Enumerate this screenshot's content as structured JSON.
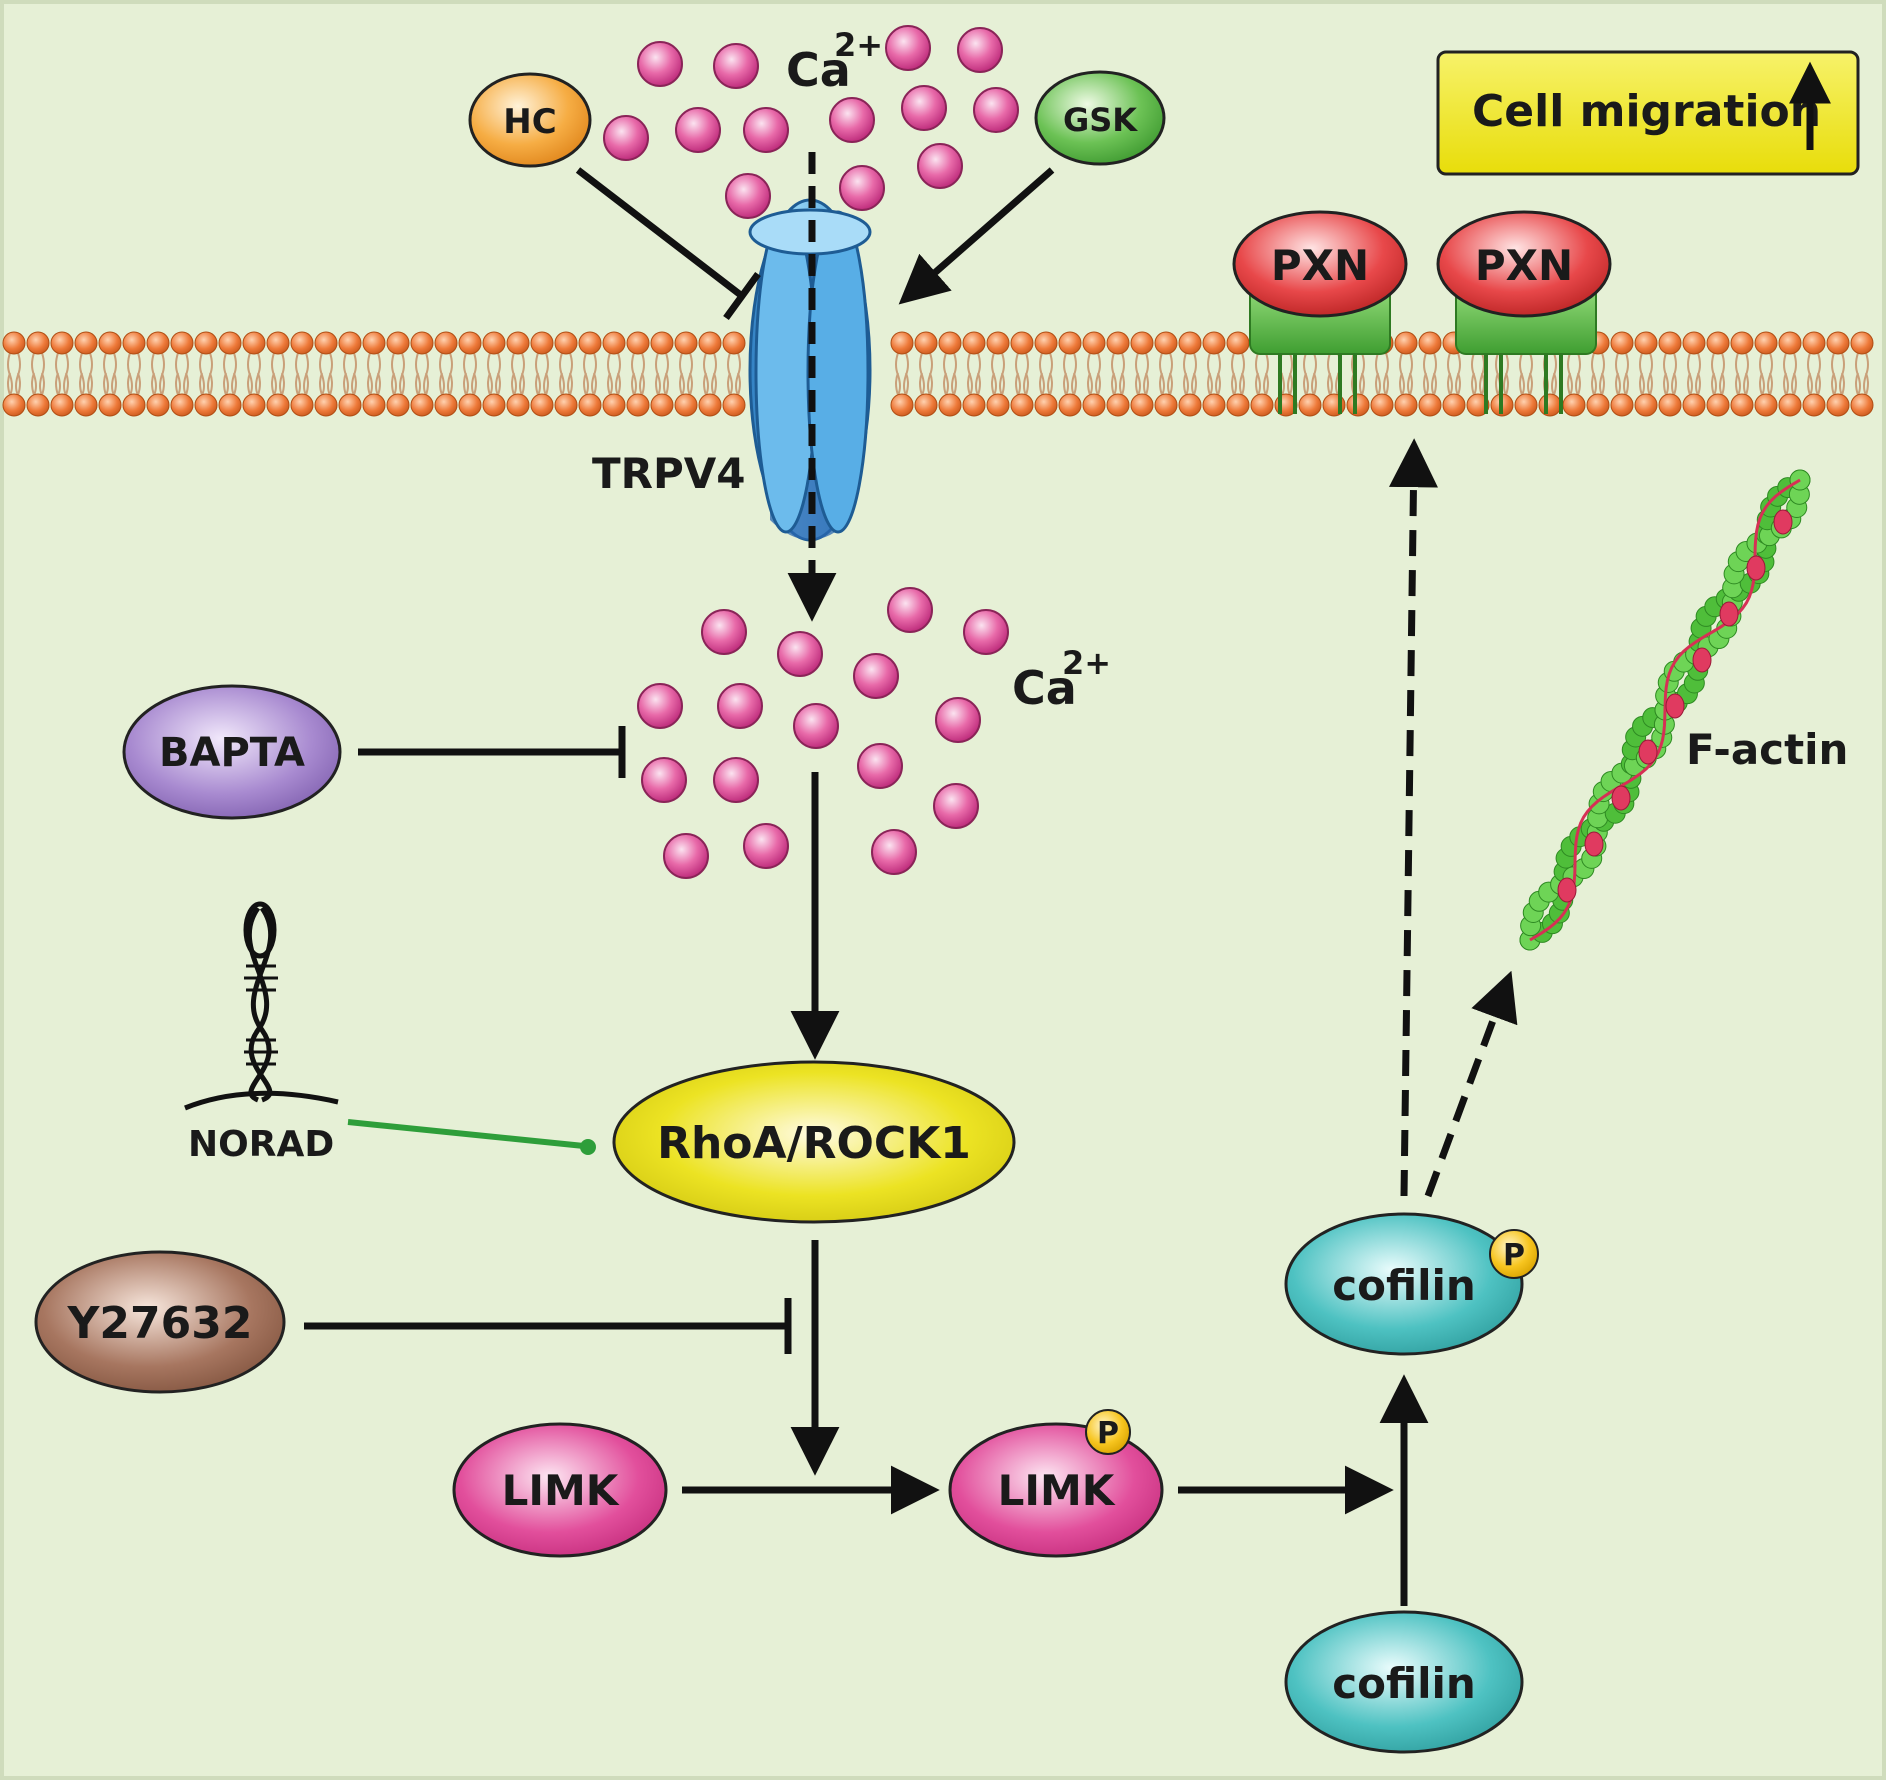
{
  "labels": {
    "ca_top": "Ca",
    "ca_top_sup": "2+",
    "ca_mid": "Ca",
    "ca_mid_sup": "2+",
    "hc": "HC",
    "gsk": "GSK",
    "trpv4": "TRPV4",
    "pxn_1": "PXN",
    "pxn_2": "PXN",
    "cell_migration": "Cell migration",
    "bapta": "BAPTA",
    "norad": "NORAD",
    "rhoa_rock1": "RhoA/ROCK1",
    "y27632": "Y27632",
    "limk": "LIMK",
    "limk_p": "LIMK",
    "p_limk": "P",
    "cofilin_p": "cofilin",
    "p_cofilin": "P",
    "cofilin": "cofilin",
    "f_actin": "F-actin"
  },
  "colors": {
    "background": "#e6f0d6",
    "membrane_head": "#ee7a3a",
    "calcium": "#e0559d",
    "hc": "#f4a233",
    "gsk": "#5fb84a",
    "channel": "#4aa6de",
    "pxn": "#e43a3a",
    "pxn_base": "#5cbd4c",
    "bapta": "#9c7cc6",
    "rhoa": "#e6dc1c",
    "y27632": "#9c6a52",
    "limk": "#e03f95",
    "cofilin": "#3fb9b9",
    "phospho": "#f7c51f",
    "migration_box": "#f2ec18",
    "inhibit_green": "#2e9e3a",
    "f_actin_green": "#4fbe3a",
    "f_actin_red": "#e03a60"
  }
}
